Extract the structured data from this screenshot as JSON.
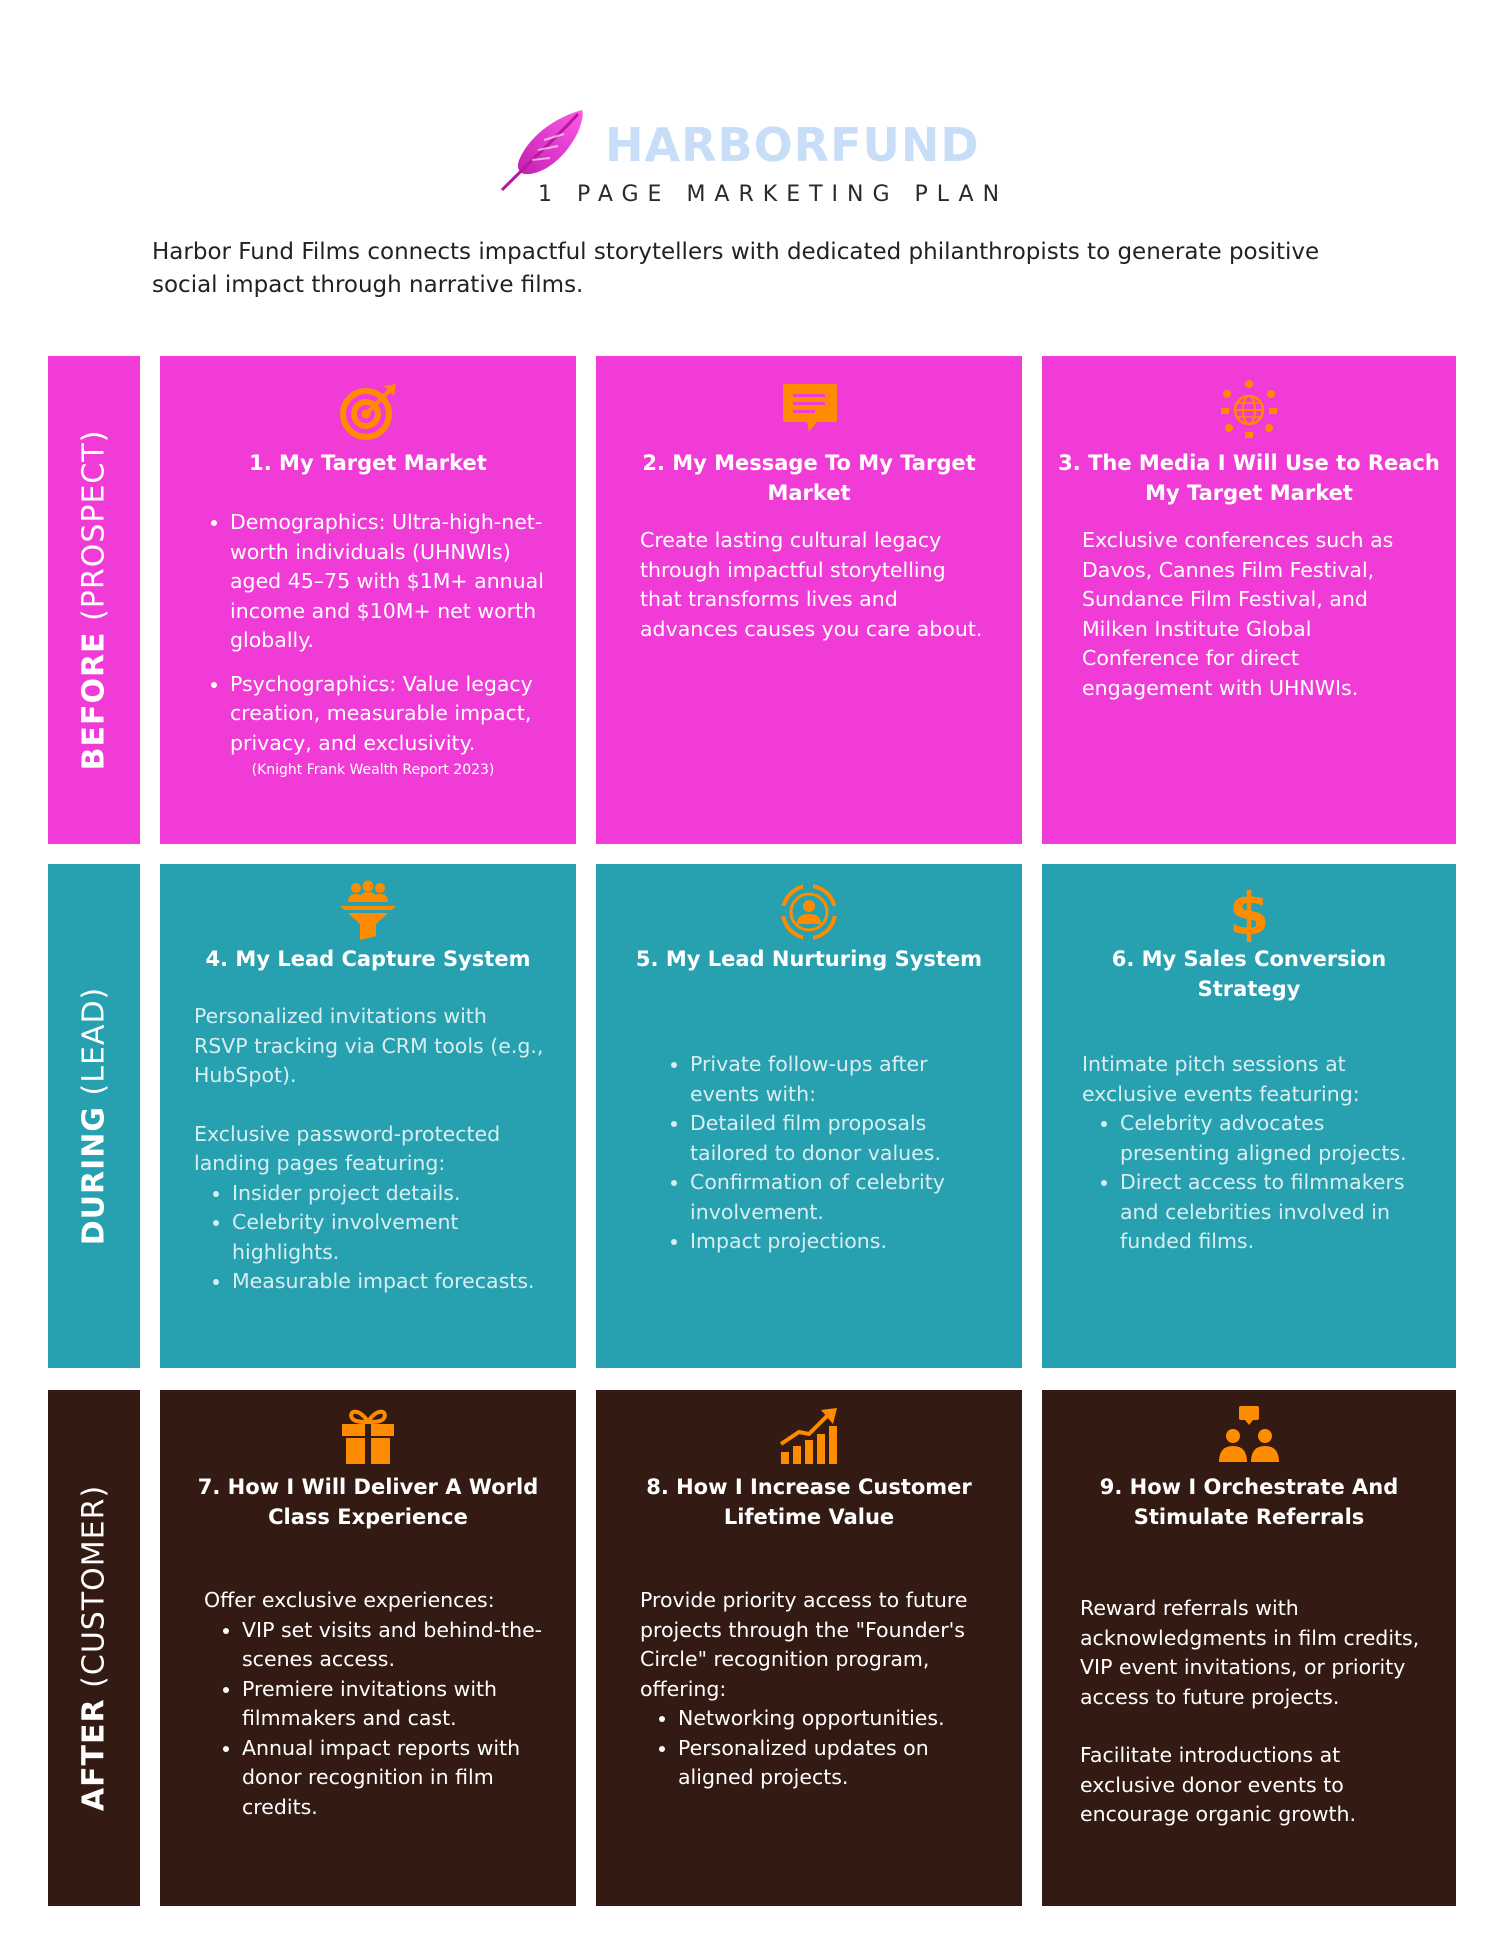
{
  "header": {
    "brand": "HARBORFUND",
    "tagline": "1 PAGE MARKETING PLAN",
    "intro": "Harbor Fund Films connects impactful storytellers with dedicated philanthropists to generate positive social impact through narrative films."
  },
  "rows": [
    {
      "strong": "BEFORE",
      "light": " (PROSPECT)",
      "color": "#f03bd6"
    },
    {
      "strong": "DURING",
      "light": " (LEAD)",
      "color": "#27a0b0"
    },
    {
      "strong": "AFTER",
      "light": " (CUSTOMER)",
      "color": "#331a12"
    }
  ],
  "cards": {
    "c1": {
      "icon": "target-icon",
      "title": "1. My Target Market",
      "items": [
        "Demographics: Ultra-high-net-worth individuals (UHNWIs) aged 45–75 with $1M+ annual income and $10M+ net worth globally.",
        "Psychographics: Value legacy creation, measurable impact, privacy, and exclusivity."
      ],
      "source": "(Knight Frank Wealth Report 2023)"
    },
    "c2": {
      "icon": "chat-message-icon",
      "title": "2. My Message To My Target Market",
      "text": "Create lasting cultural legacy through impactful storytelling that transforms lives and advances causes you care about."
    },
    "c3": {
      "icon": "global-media-icon",
      "title": "3. The Media I Will Use to Reach My Target Market",
      "text": "Exclusive conferences such as Davos, Cannes Film Festival, Sundance Film Festival, and Milken Institute Global Conference for direct engagement with UHNWIs."
    },
    "c4": {
      "icon": "people-funnel-icon",
      "title": "4. My Lead Capture System",
      "p1": "Personalized invitations with RSVP tracking via CRM tools (e.g., HubSpot).",
      "p2": "Exclusive password-protected landing pages featuring:",
      "items": [
        "Insider project details.",
        "Celebrity involvement highlights.",
        "Measurable impact forecasts."
      ]
    },
    "c5": {
      "icon": "person-cycle-icon",
      "title": "5. My Lead Nurturing System",
      "items": [
        "Private follow-ups after events with:",
        "Detailed film proposals tailored to donor values.",
        "Confirmation of celebrity involvement.",
        "Impact projections."
      ]
    },
    "c6": {
      "icon": "dollar-sign-icon",
      "title": "6. My Sales Conversion Strategy",
      "p1": "Intimate pitch sessions at exclusive events featuring:",
      "items": [
        "Celebrity advocates presenting aligned projects.",
        "Direct access to filmmakers and celebrities involved in funded films."
      ]
    },
    "c7": {
      "icon": "gift-icon",
      "title": "7. How I Will Deliver A World Class Experience",
      "p1": "Offer exclusive experiences:",
      "items": [
        "VIP set visits and behind-the-scenes access.",
        "Premiere invitations with filmmakers and cast.",
        "Annual impact reports with donor recognition in film credits."
      ]
    },
    "c8": {
      "icon": "growth-chart-icon",
      "title": "8. How I Increase Customer Lifetime Value",
      "p1": "Provide priority access to future projects through the \"Founder's Circle\" recognition program, offering:",
      "items": [
        "Networking opportunities.",
        "Personalized updates on aligned projects."
      ]
    },
    "c9": {
      "icon": "referral-people-icon",
      "title": "9. How I Orchestrate And Stimulate Referrals",
      "p1": "Reward referrals with acknowledgments in film credits, VIP event invitations, or priority access to future projects.",
      "p2": "Facilitate introductions at exclusive donor events to encourage organic growth."
    }
  },
  "colors": {
    "pink": "#f03bd6",
    "teal": "#27a0b0",
    "brown": "#331a12",
    "icon": "#ff8c00",
    "brand": "#c8ddf7"
  }
}
